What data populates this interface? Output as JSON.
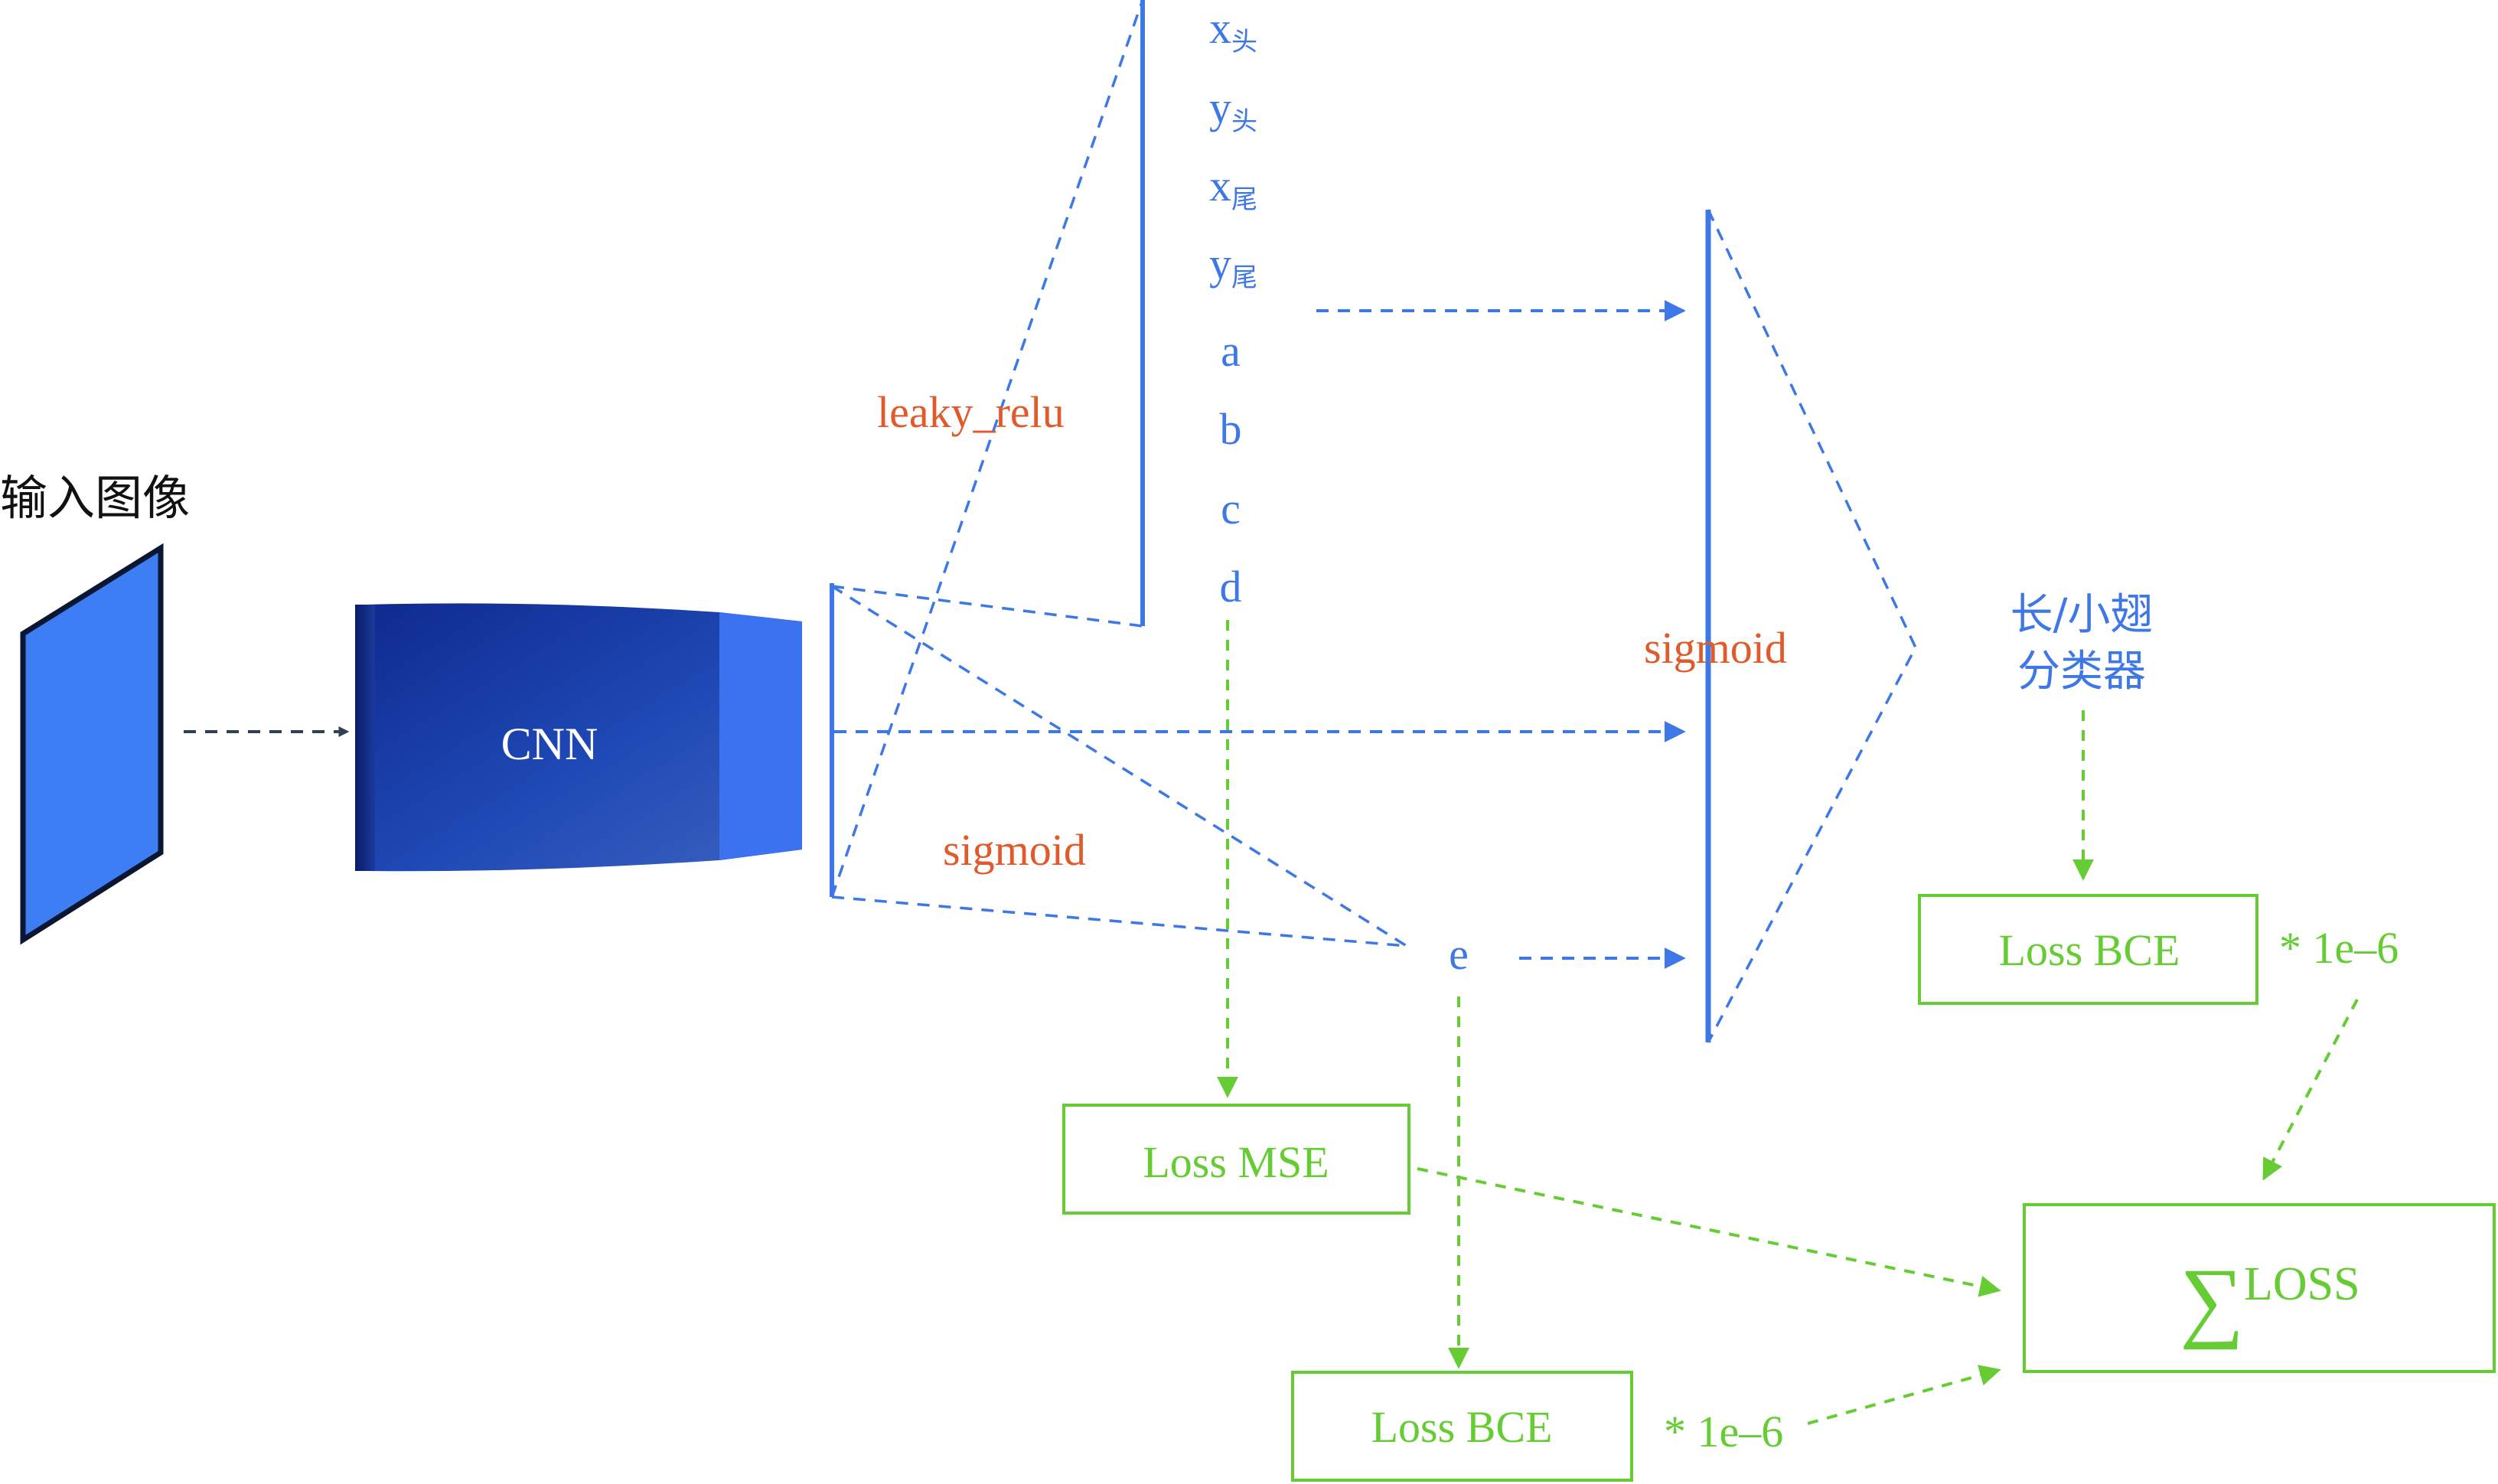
{
  "colors": {
    "blue": "#3d78e6",
    "orange": "#e05a2b",
    "green": "#66cc33",
    "navy": "#2f4058",
    "black": "#111111",
    "input_fill": "#3e7ef5"
  },
  "input": {
    "label": "输入图像"
  },
  "cnn": {
    "label": "CNN"
  },
  "activations": {
    "upper": "leaky_relu",
    "lower": "sigmoid",
    "right": "sigmoid"
  },
  "outputs": {
    "coords": [
      {
        "main": "x",
        "sub": "头"
      },
      {
        "main": "y",
        "sub": "头"
      },
      {
        "main": "x",
        "sub": "尾"
      },
      {
        "main": "y",
        "sub": "尾"
      }
    ],
    "params": [
      "a",
      "b",
      "c",
      "d"
    ],
    "e": "e"
  },
  "classifier": {
    "line1": "长/小翅",
    "line2": "分类器"
  },
  "losses": {
    "mse": "Loss MSE",
    "bce_lower": "Loss BCE",
    "bce_upper": "Loss BCE",
    "weight_lower": "* 1e–6",
    "weight_upper": "* 1e–6",
    "sum_symbol": "∑",
    "sum_label": "LOSS"
  }
}
